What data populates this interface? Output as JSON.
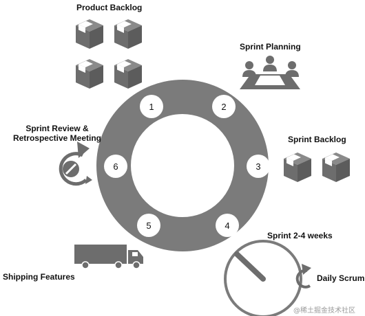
{
  "cycle": {
    "steps": [
      "1",
      "2",
      "3",
      "4",
      "5",
      "6"
    ]
  },
  "labels": {
    "product_backlog": "Product Backlog",
    "sprint_planning": "Sprint Planning",
    "sprint_backlog": "Sprint Backlog",
    "sprint_duration": "Sprint 2-4 weeks",
    "daily_scrum": "Daily Scrum",
    "shipping_features": "Shipping Features",
    "sprint_review_line1": "Sprint Review &",
    "sprint_review_line2": "Retrospective Meeting"
  },
  "icons": {
    "product_backlog": "box-icon",
    "sprint_planning": "meeting-icon",
    "sprint_backlog": "box-icon",
    "sprint_timer": "stopwatch-icon",
    "daily_scrum": "refresh-arrow-icon",
    "shipping": "truck-icon",
    "review": "review-cycle-icon"
  },
  "colors": {
    "icon_gray": "#6d6d6d",
    "ring_gray": "#7b7b7b",
    "marker_fill": "#ffffff",
    "text": "#111111",
    "watermark": "#9a9a9a"
  },
  "watermark": "@稀土掘金技术社区"
}
